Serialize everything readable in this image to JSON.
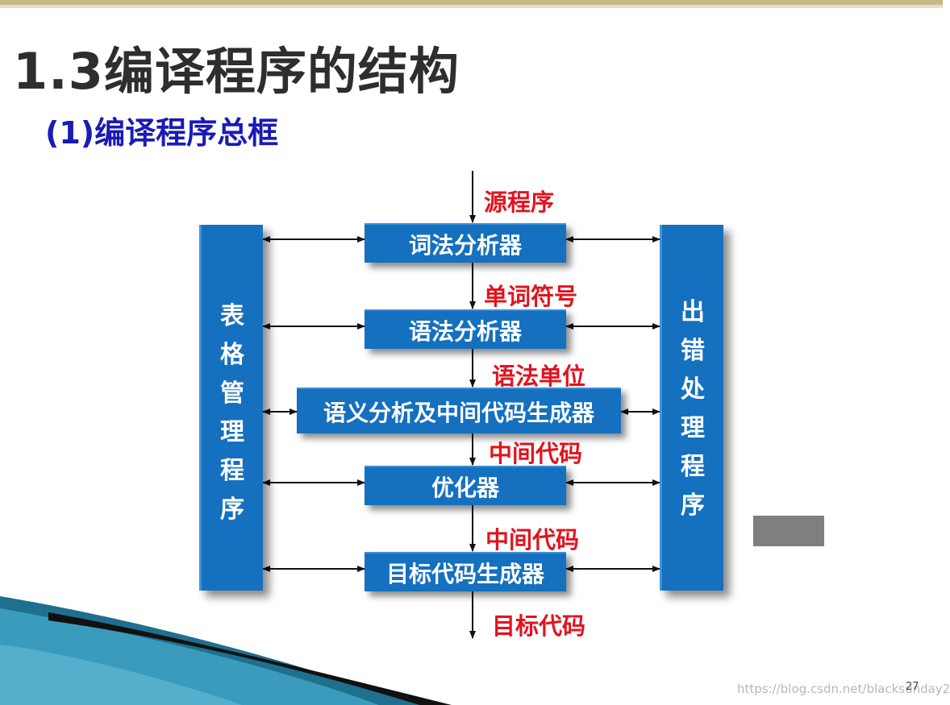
{
  "slide": {
    "title": "1.3编译程序的结构",
    "subtitle": "(1)编译程序总框",
    "page_number": "27",
    "watermark": "https://blog.csdn.net/blacksunday2"
  },
  "diagram": {
    "stages": [
      "词法分析器",
      "语法分析器",
      "语义分析及中间代码生成器",
      "优化器",
      "目标代码生成器"
    ],
    "flow_labels": [
      "源程序",
      "单词符号",
      "语法单位",
      "中间代码",
      "中间代码",
      "目标代码"
    ],
    "left_panel": "表格管理程序",
    "right_panel": "出错处理程序"
  },
  "colors": {
    "box_fill": "#1570bf",
    "flow_label": "#e0141e",
    "subtitle": "#1a1ab8",
    "title": "#2e2e2e"
  }
}
